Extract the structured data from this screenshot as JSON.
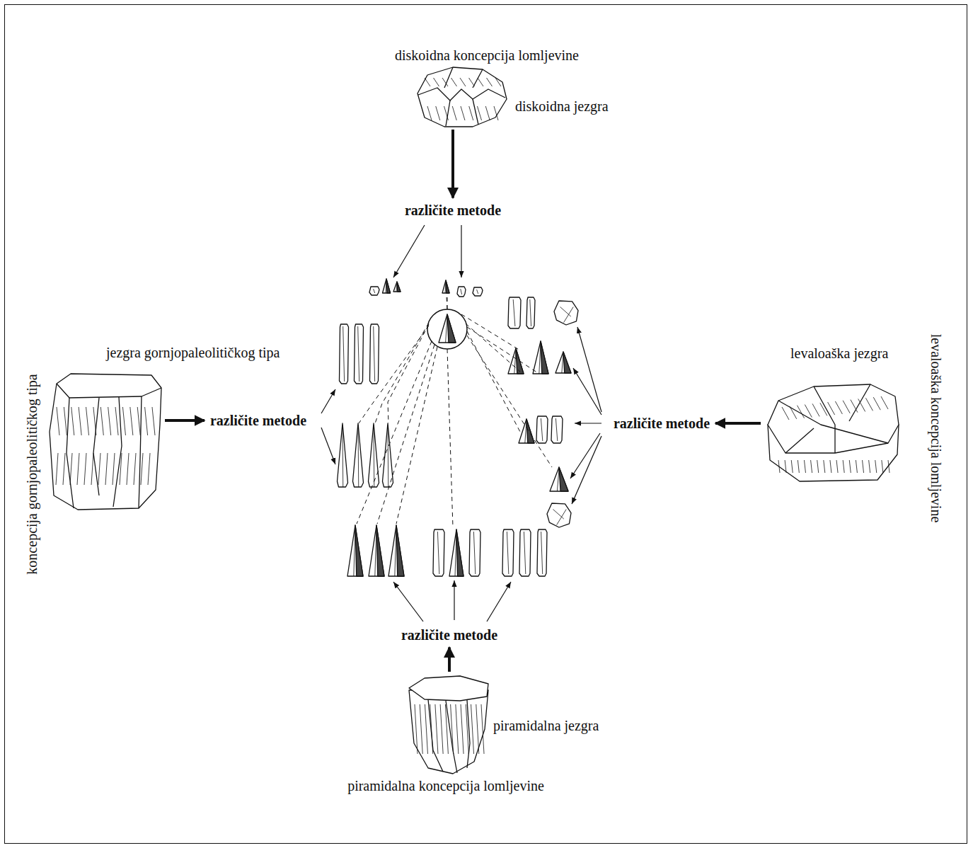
{
  "diagram": {
    "nodes": [
      {
        "text": [
          "diskoidna koncepcija lomljevine",
          "diskoidna jezgra"
        ]
      },
      {
        "text": [
          "različite metode"
        ]
      },
      {
        "text": [
          "koncepcija gornjopaleolitičkog tipa",
          "jezgra gornjopaleolitičkog tipa"
        ]
      },
      {
        "text": [
          "različite metode"
        ]
      },
      {
        "text": [
          "različite metode"
        ]
      },
      {
        "text": [
          "levaloaška jezgra",
          "levaloaška koncepcija lomljevine"
        ]
      },
      {
        "text": [
          "različite metode"
        ]
      },
      {
        "text": [
          "piramidalna jezgra",
          "piramidalna koncepcija lomljevine"
        ]
      }
    ],
    "edges": [
      {
        "from": 0,
        "to": 1,
        "arrow": "to"
      },
      {
        "from": 2,
        "to": 3,
        "arrow": "to"
      },
      {
        "from": 5,
        "to": 4,
        "arrow": "to"
      },
      {
        "from": 7,
        "to": 6,
        "arrow": "to"
      }
    ]
  }
}
